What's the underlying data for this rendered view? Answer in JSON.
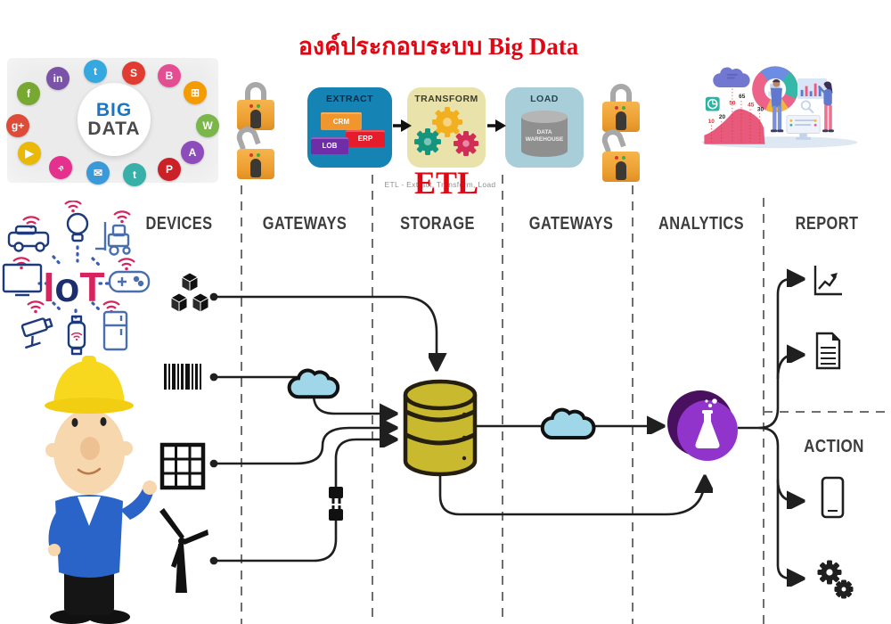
{
  "title": "องค์ประกอบระบบ Big Data",
  "collage": {
    "big": "BIG",
    "data": "DATA",
    "icons": [
      {
        "name": "facebook",
        "glyph": "f",
        "color": "#76a832"
      },
      {
        "name": "linkedin",
        "glyph": "in",
        "color": "#7a52a8"
      },
      {
        "name": "twitter",
        "glyph": "t",
        "color": "#35a8e0"
      },
      {
        "name": "skype",
        "glyph": "S",
        "color": "#e03c31"
      },
      {
        "name": "blogger",
        "glyph": "B",
        "color": "#e54d93"
      },
      {
        "name": "windows",
        "glyph": "⊞",
        "color": "#f59b00"
      },
      {
        "name": "google-plus",
        "glyph": "g+",
        "color": "#dd4b39"
      },
      {
        "name": "wordpress",
        "glyph": "W",
        "color": "#7ab648"
      },
      {
        "name": "youtube",
        "glyph": "▶",
        "color": "#eab908"
      },
      {
        "name": "apple",
        "glyph": "A",
        "color": "#8d4bbb"
      },
      {
        "name": "rss",
        "glyph": "»",
        "color": "#e5308e"
      },
      {
        "name": "mail",
        "glyph": "✉",
        "color": "#3a99d8"
      },
      {
        "name": "tumblr",
        "glyph": "t",
        "color": "#36b0a8"
      },
      {
        "name": "pinterest",
        "glyph": "P",
        "color": "#cb2027"
      }
    ]
  },
  "security": {
    "lock_states": [
      "locked",
      "unlocked",
      "locked",
      "unlocked"
    ]
  },
  "etl": {
    "stages": [
      {
        "label": "EXTRACT",
        "sources": [
          "CRM",
          "ERP",
          "LOB"
        ]
      },
      {
        "label": "TRANSFORM"
      },
      {
        "label": "LOAD",
        "target_line1": "DATA",
        "target_line2": "WAREHOUSE"
      }
    ],
    "gear_colors": [
      "#f2b01e",
      "#15957f",
      "#d22d56"
    ],
    "caption_small": "ETL - Extract, Transform, Load",
    "caption_large": "ETL"
  },
  "illustration": {
    "numbers": [
      {
        "value": "10",
        "color": "#e03131"
      },
      {
        "value": "20",
        "color": "#222222"
      },
      {
        "value": "50",
        "color": "#e03131"
      },
      {
        "value": "65",
        "color": "#222222"
      },
      {
        "value": "45",
        "color": "#e03131"
      },
      {
        "value": "30",
        "color": "#222222"
      }
    ]
  },
  "iot": {
    "letters": [
      "I",
      "o",
      "T"
    ],
    "devices": [
      "car",
      "light-bulb",
      "forklift",
      "tv",
      "game-controller",
      "security-camera",
      "smart-watch",
      "refrigerator"
    ]
  },
  "pipeline": {
    "columns": [
      "DEVICES",
      "GATEWAYS",
      "STORAGE",
      "GATEWAYS",
      "ANALYTICS",
      "REPORT"
    ],
    "action_label": "ACTION"
  },
  "report_icons": {
    "gear_color": "#1f1f1f"
  },
  "colors": {
    "title_red": "#e20613",
    "db_yellow": "#c9b92f",
    "cloud_blue": "#9fd7e8",
    "analytics_purple": "#9134cb",
    "line_dark": "#1f1f1f"
  }
}
